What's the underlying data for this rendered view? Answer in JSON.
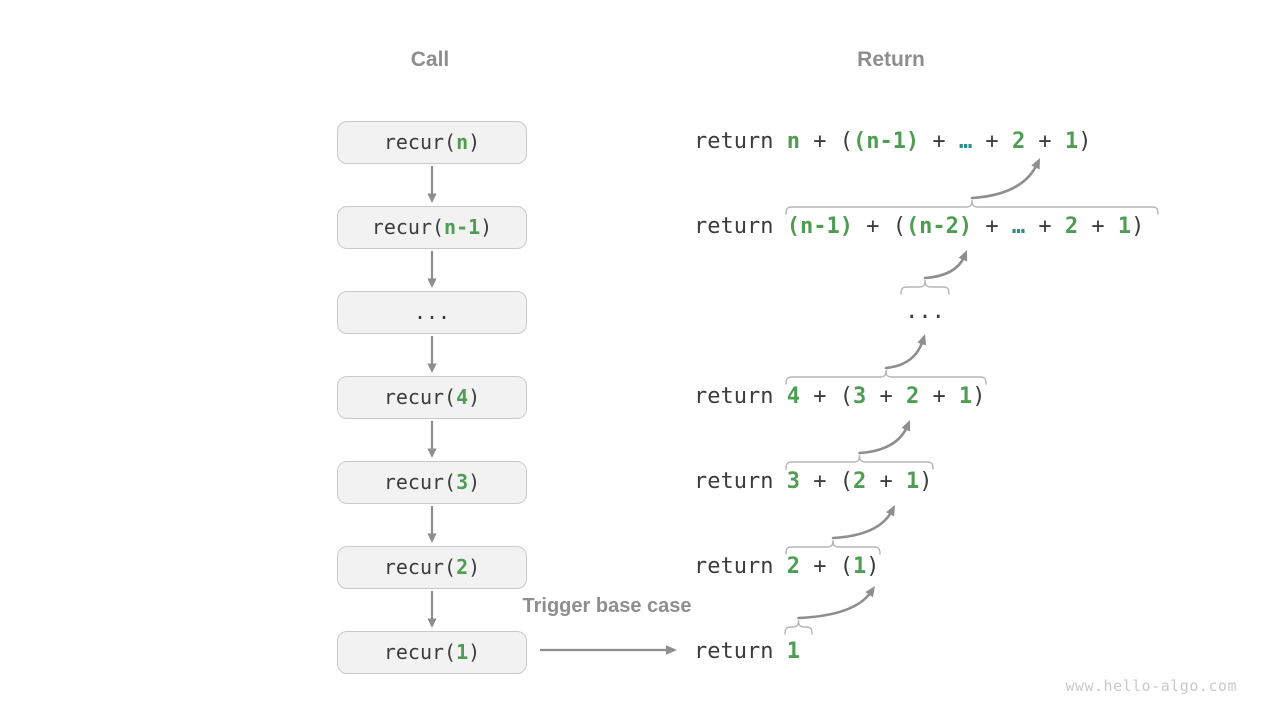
{
  "headers": {
    "call": "Call",
    "return": "Return"
  },
  "trigger_label": "Trigger base case",
  "watermark": "www.hello-algo.com",
  "colors": {
    "green": "#4E9D53",
    "teal": "#2E8C8C",
    "code": "#3C3C3C",
    "gray": "#8E8E8E",
    "brace": "#B5B5B5",
    "box_fill": "#F2F2F2",
    "box_border": "#CACACA",
    "watermark": "#C9C9C9",
    "background": "#FFFFFF"
  },
  "call_boxes": [
    {
      "label": "recur(n)",
      "segments": [
        {
          "t": "recur(",
          "c": "code"
        },
        {
          "t": "n",
          "c": "green"
        },
        {
          "t": ")",
          "c": "code"
        }
      ]
    },
    {
      "label": "recur(n-1)",
      "segments": [
        {
          "t": "recur(",
          "c": "code"
        },
        {
          "t": "n-1",
          "c": "green"
        },
        {
          "t": ")",
          "c": "code"
        }
      ]
    },
    {
      "label": "...",
      "segments": [
        {
          "t": "...",
          "c": "code"
        }
      ]
    },
    {
      "label": "recur(4)",
      "segments": [
        {
          "t": "recur(",
          "c": "code"
        },
        {
          "t": "4",
          "c": "green"
        },
        {
          "t": ")",
          "c": "code"
        }
      ]
    },
    {
      "label": "recur(3)",
      "segments": [
        {
          "t": "recur(",
          "c": "code"
        },
        {
          "t": "3",
          "c": "green"
        },
        {
          "t": ")",
          "c": "code"
        }
      ]
    },
    {
      "label": "recur(2)",
      "segments": [
        {
          "t": "recur(",
          "c": "code"
        },
        {
          "t": "2",
          "c": "green"
        },
        {
          "t": ")",
          "c": "code"
        }
      ]
    },
    {
      "label": "recur(1)",
      "segments": [
        {
          "t": "recur(",
          "c": "code"
        },
        {
          "t": "1",
          "c": "green"
        },
        {
          "t": ")",
          "c": "code"
        }
      ]
    }
  ],
  "return_rows": [
    {
      "align": "left",
      "label": "return n + ((n-1) + … + 2 + 1)",
      "segments": [
        {
          "t": "return ",
          "c": "code"
        },
        {
          "t": "n",
          "c": "green"
        },
        {
          "t": " + (",
          "c": "code"
        },
        {
          "t": "(n-1)",
          "c": "green"
        },
        {
          "t": " + ",
          "c": "code"
        },
        {
          "t": "…",
          "c": "teal"
        },
        {
          "t": " + ",
          "c": "code"
        },
        {
          "t": "2",
          "c": "green"
        },
        {
          "t": " + ",
          "c": "code"
        },
        {
          "t": "1",
          "c": "green"
        },
        {
          "t": ")",
          "c": "code"
        }
      ]
    },
    {
      "align": "left",
      "label": "return (n-1) + ((n-2) + … + 2 + 1)",
      "segments": [
        {
          "t": "return ",
          "c": "code"
        },
        {
          "t": "(n-1)",
          "c": "green"
        },
        {
          "t": " + (",
          "c": "code"
        },
        {
          "t": "(n-2)",
          "c": "green"
        },
        {
          "t": " + ",
          "c": "code"
        },
        {
          "t": "…",
          "c": "teal"
        },
        {
          "t": " + ",
          "c": "code"
        },
        {
          "t": "2",
          "c": "green"
        },
        {
          "t": " + ",
          "c": "code"
        },
        {
          "t": "1",
          "c": "green"
        },
        {
          "t": ")",
          "c": "code"
        }
      ]
    },
    {
      "align": "center",
      "label": "...",
      "segments": [
        {
          "t": "...",
          "c": "code"
        }
      ]
    },
    {
      "align": "left",
      "label": "return 4 + (3 + 2 + 1)",
      "segments": [
        {
          "t": "return ",
          "c": "code"
        },
        {
          "t": "4",
          "c": "green"
        },
        {
          "t": " + (",
          "c": "code"
        },
        {
          "t": "3",
          "c": "green"
        },
        {
          "t": " + ",
          "c": "code"
        },
        {
          "t": "2",
          "c": "green"
        },
        {
          "t": " + ",
          "c": "code"
        },
        {
          "t": "1",
          "c": "green"
        },
        {
          "t": ")",
          "c": "code"
        }
      ]
    },
    {
      "align": "left",
      "label": "return 3 + (2 + 1)",
      "segments": [
        {
          "t": "return ",
          "c": "code"
        },
        {
          "t": "3",
          "c": "green"
        },
        {
          "t": " + (",
          "c": "code"
        },
        {
          "t": "2",
          "c": "green"
        },
        {
          "t": " + ",
          "c": "code"
        },
        {
          "t": "1",
          "c": "green"
        },
        {
          "t": ")",
          "c": "code"
        }
      ]
    },
    {
      "align": "left",
      "label": "return 2 + (1)",
      "segments": [
        {
          "t": "return ",
          "c": "code"
        },
        {
          "t": "2",
          "c": "green"
        },
        {
          "t": " + (",
          "c": "code"
        },
        {
          "t": "1",
          "c": "green"
        },
        {
          "t": ")",
          "c": "code"
        }
      ]
    },
    {
      "align": "left",
      "label": "return 1",
      "segments": [
        {
          "t": "return ",
          "c": "code"
        },
        {
          "t": "1",
          "c": "green"
        }
      ]
    }
  ]
}
